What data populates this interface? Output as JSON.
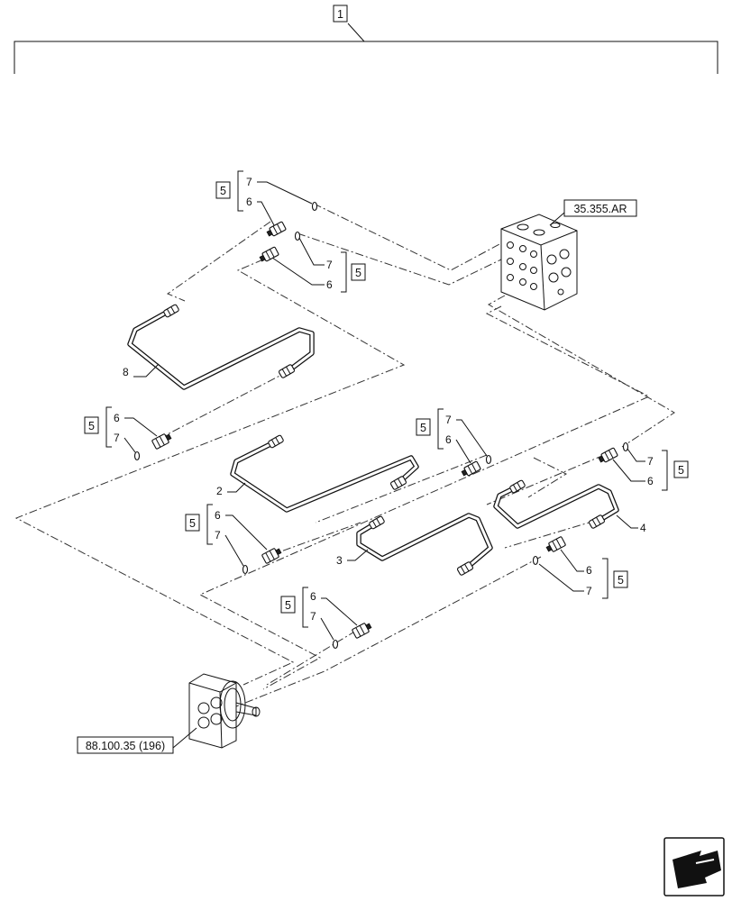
{
  "assembly": {
    "item": "1"
  },
  "references": {
    "valve_block": "35.355.AR",
    "joystick": "88.100.35 (196)"
  },
  "callouts": {
    "box": "5",
    "fitting": "6",
    "seal": "7",
    "pipe_2": "2",
    "pipe_3": "3",
    "pipe_4": "4",
    "pipe_8": "8"
  },
  "nav_icon": "next-page-arrow-icon"
}
